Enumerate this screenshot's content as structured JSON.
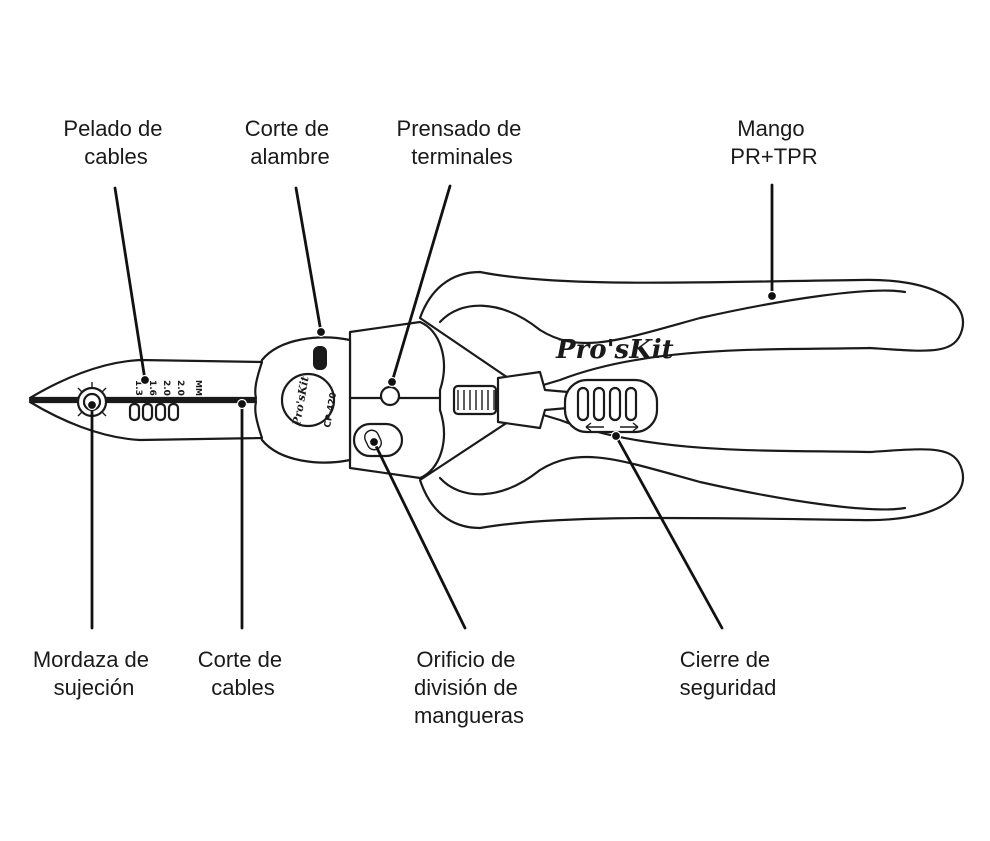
{
  "labels": {
    "stripping": [
      "Pelado de",
      "cables"
    ],
    "wire_cut": [
      "Corte de",
      "alambre"
    ],
    "crimping": [
      "Prensado de",
      "terminales"
    ],
    "handle": [
      "Mango",
      "PR+TPR"
    ],
    "grip_jaw": [
      "Mordaza de",
      "sujeción"
    ],
    "cable_cut": [
      "Corte de",
      "cables"
    ],
    "hose_hole": [
      "Orificio de",
      "división de",
      "mangueras"
    ],
    "safety_lock": [
      "Cierre de",
      "seguridad"
    ]
  },
  "tool": {
    "brand_main": "Pro'sKit",
    "brand_small": "Pro'sKit",
    "model": "CP-420",
    "gauges": [
      "1.3",
      "1.6",
      "2.0",
      "2.0"
    ],
    "unit": "MM"
  }
}
